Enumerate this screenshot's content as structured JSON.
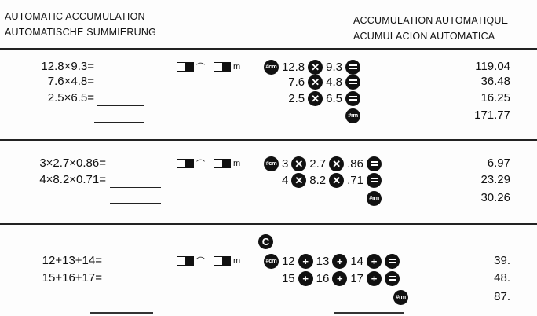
{
  "header": {
    "left": [
      "AUTOMATIC ACCUMULATION",
      "AUTOMATISCHE SUMMIERUNG"
    ],
    "right": [
      "ACCUMULATION AUTOMATIQUE",
      "ACUMULACION AUTOMATICA"
    ]
  },
  "switch": {
    "arc": "⌒",
    "m": "m"
  },
  "keys": {
    "cm": "cm",
    "rm": "rm",
    "x": "✕",
    "+": "+",
    "C": "C",
    "=": ""
  },
  "sections": [
    {
      "exprs": [
        "12.8×9.3=",
        "7.6×4.8=",
        "2.5×6.5="
      ],
      "seqs": [
        [
          "#cm",
          "12.8",
          "#x",
          "9.3",
          "#="
        ],
        [
          "7.6",
          "#x",
          "4.8",
          "#="
        ],
        [
          "2.5",
          "#x",
          "6.5",
          "#="
        ],
        [
          "#rm"
        ]
      ],
      "results": [
        "119.04",
        "36.48",
        "16.25",
        "171.77"
      ]
    },
    {
      "exprs": [
        "3×2.7×0.86=",
        "4×8.2×0.71="
      ],
      "seqs": [
        [
          "#cm",
          "3",
          "#x",
          "2.7",
          "#x",
          ".86",
          "#="
        ],
        [
          "4",
          "#x",
          "8.2",
          "#x",
          ".71",
          "#="
        ],
        [
          "#rm"
        ]
      ],
      "results": [
        "6.97",
        "23.29",
        "30.26"
      ]
    },
    {
      "exprs": [
        "12+13+14=",
        "15+16+17="
      ],
      "seqs": [
        [
          "#C"
        ],
        [
          "#cm",
          "12",
          "#+",
          "13",
          "#+",
          "14",
          "#+",
          "#="
        ],
        [
          "15",
          "#+",
          "16",
          "#+",
          "17",
          "#+",
          "#="
        ],
        [
          "#rm"
        ]
      ],
      "results": [
        "39.",
        "48.",
        "87."
      ]
    }
  ]
}
